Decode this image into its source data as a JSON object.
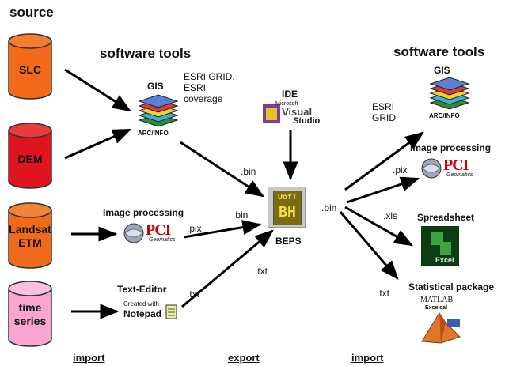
{
  "headings": {
    "source": "source",
    "tools_left": "software tools",
    "tools_right": "software tools"
  },
  "sources": [
    {
      "label": "SLC",
      "color": "#f26a1a"
    },
    {
      "label": "DEM",
      "color": "#e0141f"
    },
    {
      "label": "Landsat ETM",
      "color": "#f06a1c"
    },
    {
      "label": "time series",
      "color": "#f8a6cf"
    }
  ],
  "left_tools": {
    "gis": {
      "title": "GIS",
      "logo": "ARC/INFO",
      "formats": "ESRI GRID, ESRI coverage"
    },
    "image": {
      "title": "Image processing",
      "logo": "PCI",
      "sub": "Geomatics"
    },
    "text": {
      "title": "Text-Editor",
      "logo_line1": "Created with",
      "logo_line2": "Notepad"
    }
  },
  "center": {
    "ide_title": "IDE",
    "ide_logo_1": "Microsoft",
    "ide_logo_2": "Visual",
    "ide_logo_3": "Studio",
    "beps_title": "BEPS",
    "beps_logo_1": "UofT",
    "beps_logo_2": "BH"
  },
  "right_tools": {
    "gis": {
      "title": "GIS",
      "logo": "ARC/INFO",
      "formats": "ESRI GRID"
    },
    "image": {
      "title": "Image processing",
      "logo": "PCI",
      "sub": "Geomatics"
    },
    "sheet": {
      "title": "Spreadsheet",
      "logo": "Excel"
    },
    "stats": {
      "title": "Statistical package",
      "logo_1": "MATLAB",
      "logo_2": "Excelcal"
    }
  },
  "edge_labels": {
    "bin_gis": ".bin",
    "bin_pci": ".bin",
    "pix_left": ".pix",
    "txt_left": ".txt",
    "txt_center": ".txt",
    "bin_out": ".bin",
    "pix_right": ".pix",
    "xls": ".xls",
    "txt_right": ".txt"
  },
  "footer": {
    "import_left": "import",
    "export": "export",
    "import_right": "import"
  }
}
